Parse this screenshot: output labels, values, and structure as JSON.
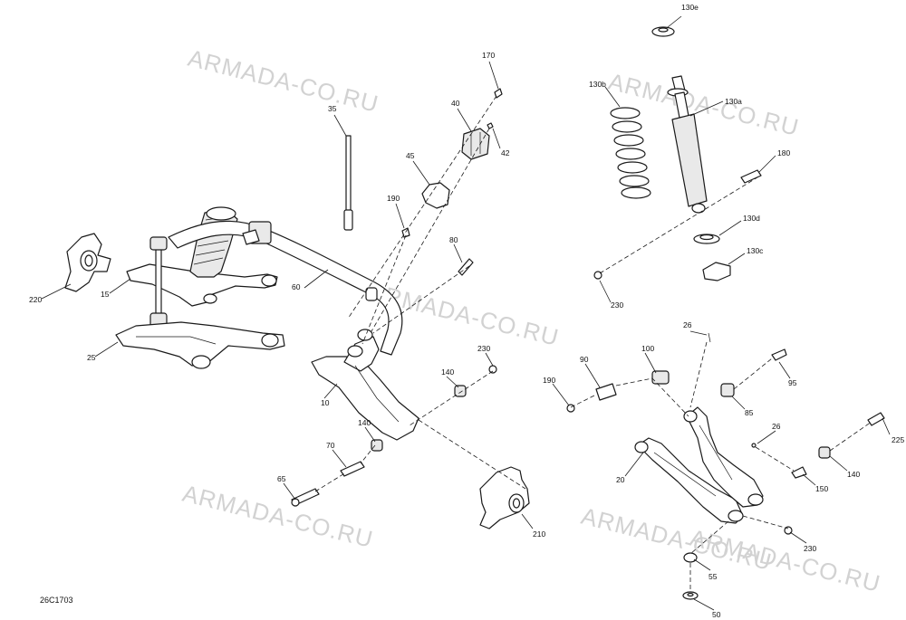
{
  "diagram": {
    "document_code": "26C1703",
    "watermarks": [
      "ARMADA-CO.RU",
      "ARMADA-CO.RU",
      "ARMADA-CO.RU",
      "ARMADA-CO.RU",
      "ARMADA-CO.RU",
      "ARMADA-CO.RU"
    ],
    "callouts": [
      "130e",
      "170",
      "130b",
      "130a",
      "35",
      "40",
      "42",
      "180",
      "45",
      "190",
      "130d",
      "80",
      "130c",
      "220",
      "15",
      "60",
      "230",
      "26",
      "25",
      "100",
      "230",
      "90",
      "95",
      "10",
      "140",
      "190",
      "85",
      "140",
      "26",
      "70",
      "225",
      "20",
      "140",
      "65",
      "150",
      "210",
      "230",
      "55",
      "50"
    ]
  }
}
